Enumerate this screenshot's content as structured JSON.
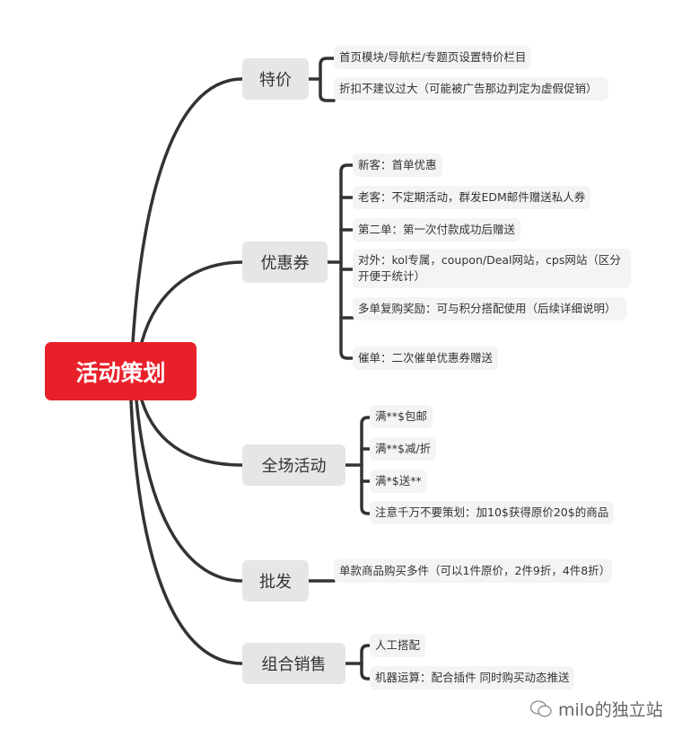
{
  "root": "活动策划",
  "branches": [
    {
      "label": "特价",
      "leaves": [
        "首页模块/导航栏/专题页设置特价栏目",
        "折扣不建议过大（可能被广告那边判定为虚假促销）"
      ]
    },
    {
      "label": "优惠券",
      "leaves": [
        "新客：首单优惠",
        "老客：不定期活动，群发EDM邮件赠送私人券",
        "第二单：第一次付款成功后赠送",
        "对外：kol专属，coupon/Deal网站，cps网站（区分开便于统计）",
        "多单复购奖励：可与积分搭配使用（后续详细说明）",
        "催单：二次催单优惠券赠送"
      ]
    },
    {
      "label": "全场活动",
      "leaves": [
        "满**$包邮",
        "满**$减/折",
        "满*$送**",
        "注意千万不要策划：加10$获得原价20$的商品"
      ]
    },
    {
      "label": "批发",
      "leaves": [
        "单款商品购买多件（可以1件原价，2件9折，4件8折）"
      ]
    },
    {
      "label": "组合销售",
      "leaves": [
        "人工搭配",
        "机器运算：配合插件  同时购买动态推送"
      ]
    }
  ],
  "watermark": "milo的独立站",
  "colors": {
    "root": "#e8202a",
    "branch_bg": "#e6e6e6",
    "leaf_bg": "#f4f4f4",
    "line": "#333333"
  }
}
